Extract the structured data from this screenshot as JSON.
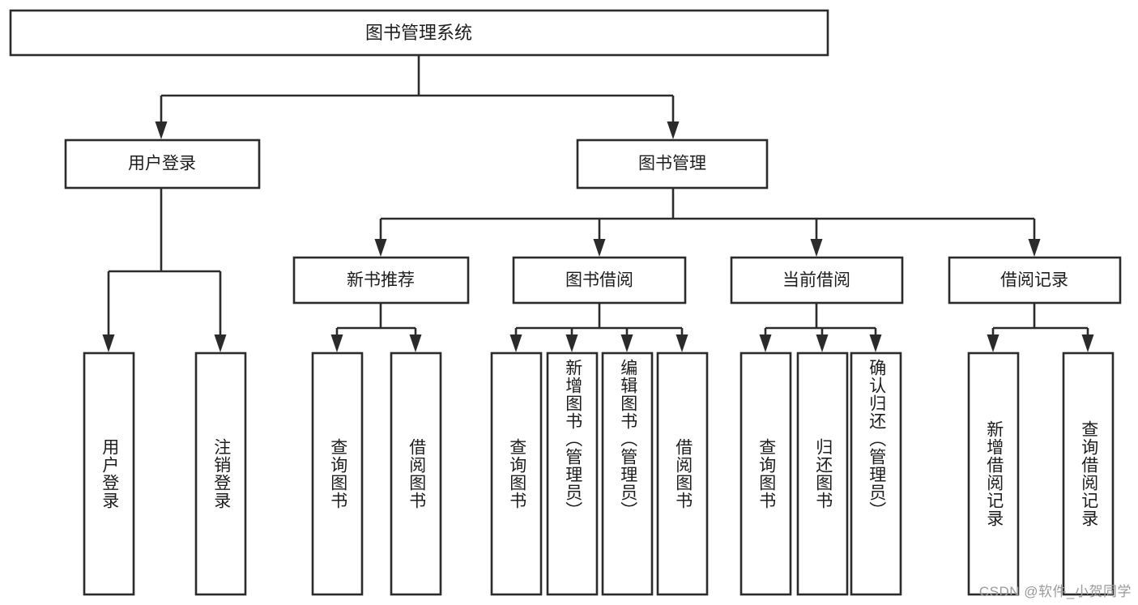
{
  "diagram": {
    "type": "tree-hierarchy",
    "title": "图书管理系统",
    "root": {
      "id": "root",
      "label": "图书管理系统",
      "orientation": "horizontal"
    },
    "level1": [
      {
        "id": "user-login",
        "label": "用户登录",
        "orientation": "horizontal"
      },
      {
        "id": "book-manage",
        "label": "图书管理",
        "orientation": "horizontal"
      }
    ],
    "level2": [
      {
        "id": "new-book-rec",
        "label": "新书推荐",
        "orientation": "horizontal",
        "parent": "book-manage"
      },
      {
        "id": "book-borrow",
        "label": "图书借阅",
        "orientation": "horizontal",
        "parent": "book-manage"
      },
      {
        "id": "current-borrow",
        "label": "当前借阅",
        "orientation": "horizontal",
        "parent": "book-manage"
      },
      {
        "id": "borrow-record",
        "label": "借阅记录",
        "orientation": "horizontal",
        "parent": "book-manage"
      }
    ],
    "leaves": [
      {
        "id": "leaf-user-login",
        "label": "用户登录",
        "orientation": "vertical",
        "parent": "user-login"
      },
      {
        "id": "leaf-logout-login",
        "label": "注销登录",
        "orientation": "vertical",
        "parent": "user-login"
      },
      {
        "id": "leaf-query-book-1",
        "label": "查询图书",
        "orientation": "vertical",
        "parent": "new-book-rec"
      },
      {
        "id": "leaf-borrow-book-1",
        "label": "借阅图书",
        "orientation": "vertical",
        "parent": "new-book-rec"
      },
      {
        "id": "leaf-query-book-2",
        "label": "查询图书",
        "orientation": "vertical",
        "parent": "book-borrow"
      },
      {
        "id": "leaf-add-book",
        "label": "新增图书（管理员）",
        "orientation": "vertical",
        "parent": "book-borrow"
      },
      {
        "id": "leaf-edit-book",
        "label": "编辑图书（管理员）",
        "orientation": "vertical",
        "parent": "book-borrow"
      },
      {
        "id": "leaf-borrow-book-2",
        "label": "借阅图书",
        "orientation": "vertical",
        "parent": "book-borrow"
      },
      {
        "id": "leaf-query-book-3",
        "label": "查询图书",
        "orientation": "vertical",
        "parent": "current-borrow"
      },
      {
        "id": "leaf-return-book",
        "label": "归还图书",
        "orientation": "vertical",
        "parent": "current-borrow"
      },
      {
        "id": "leaf-confirm-return",
        "label": "确认归还（管理员）",
        "orientation": "vertical",
        "parent": "current-borrow"
      },
      {
        "id": "leaf-add-record",
        "label": "新增借阅记录",
        "orientation": "vertical",
        "parent": "borrow-record"
      },
      {
        "id": "leaf-query-record",
        "label": "查询借阅记录",
        "orientation": "vertical",
        "parent": "borrow-record"
      }
    ],
    "colors": {
      "stroke": "#2b2b2b",
      "box_fill": "#ffffff",
      "text": "#1d1d1d",
      "background": "#ffffff",
      "watermark": "#9a9a9a"
    }
  },
  "watermark": {
    "text": "CSDN @软件_小贺同学"
  }
}
